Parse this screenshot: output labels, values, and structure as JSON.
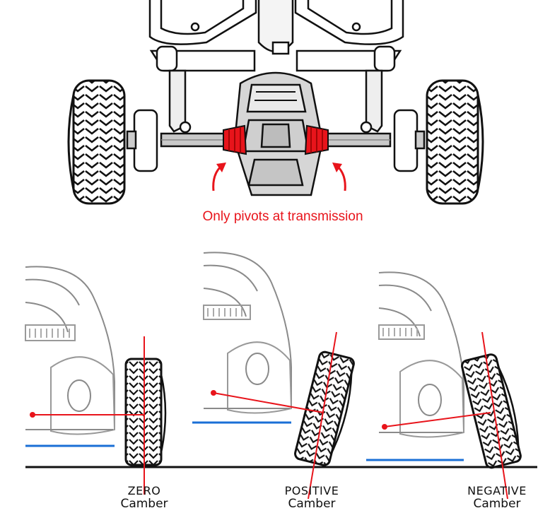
{
  "top": {
    "caption": "Only pivots at transmission",
    "highlight_color": "#e8141b"
  },
  "panels": [
    {
      "line1": "ZERO",
      "line2": "Camber"
    },
    {
      "line1": "POSITIVE",
      "line2": "Camber"
    },
    {
      "line1": "NEGATIVE",
      "line2": "Camber"
    }
  ],
  "colors": {
    "axle_line": "#e8141b",
    "ground_line": "#1a6fd6",
    "outline": "#111111",
    "car_body": "#8a8a8a"
  }
}
